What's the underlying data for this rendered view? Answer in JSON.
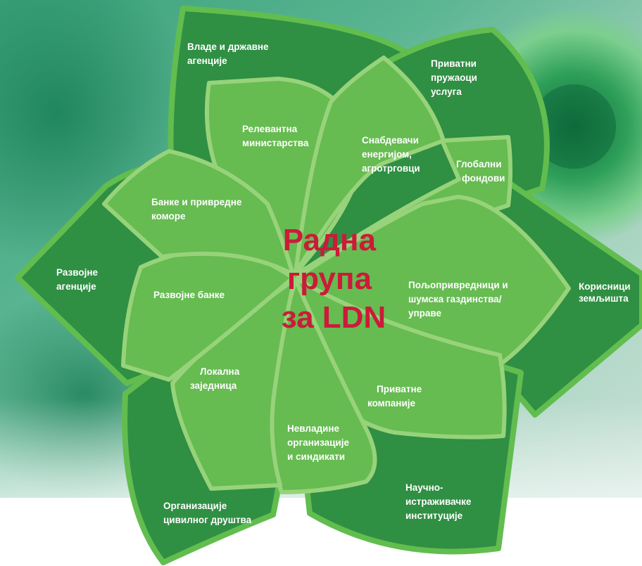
{
  "diagram": {
    "center": {
      "lines": [
        "Радна",
        "група",
        "за LDN"
      ]
    },
    "outer_petals": [
      {
        "key": "vlade",
        "lines": [
          "Владе и државне",
          "агенције"
        ]
      },
      {
        "key": "privatni_pruzaoci",
        "lines": [
          "Приватни",
          "пружаоци",
          "услуга"
        ]
      },
      {
        "key": "korisnici",
        "lines": [
          "Корисници",
          "земљишта"
        ]
      },
      {
        "key": "naucno",
        "lines": [
          "Научно-",
          "истраживачке",
          "институције"
        ]
      },
      {
        "key": "civilno",
        "lines": [
          "Организације",
          "цивилног друштва"
        ]
      },
      {
        "key": "razvojne_agencije",
        "lines": [
          "Развојне",
          "агенције"
        ]
      }
    ],
    "inner_petals": [
      {
        "key": "ministarstva",
        "lines": [
          "Релевантна",
          "министарства"
        ]
      },
      {
        "key": "snabdevaci",
        "lines": [
          "Снабдевачи",
          "енергијом,",
          "агротрговци"
        ]
      },
      {
        "key": "globalni",
        "lines": [
          "Глобални",
          "фондови"
        ]
      },
      {
        "key": "poljoprivrednici",
        "lines": [
          "Пољопривредници и",
          "шумска газдинства/",
          "управе"
        ]
      },
      {
        "key": "privatne_kompanije",
        "lines": [
          "Приватне",
          "компаније"
        ]
      },
      {
        "key": "nevladine",
        "lines": [
          "Невладине",
          "организације",
          "и синдикати"
        ]
      },
      {
        "key": "lokalna",
        "lines": [
          "Локална",
          "заједница"
        ]
      },
      {
        "key": "razvojne_banke",
        "lines": [
          "Развојне банке"
        ]
      },
      {
        "key": "banke",
        "lines": [
          "Банке и привредне",
          "коморе"
        ]
      }
    ],
    "colors": {
      "outer_fill": "#2f8f43",
      "outer_stroke": "#62bd4f",
      "inner_fill": "#66bb51",
      "inner_stroke": "#97d37a",
      "center_text": "#cc1a3a",
      "label_text": "#ffffff"
    }
  }
}
